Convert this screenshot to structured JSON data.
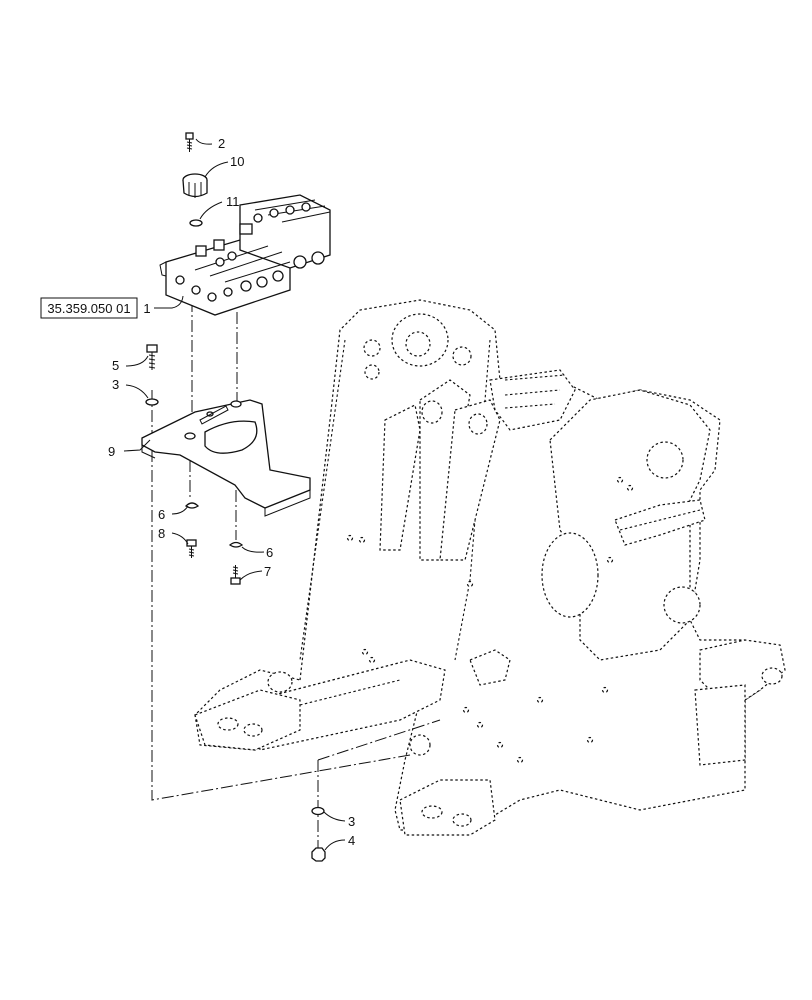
{
  "reference_box": {
    "label": "35.359.050 01"
  },
  "callouts": [
    {
      "id": "c-1",
      "label": "1"
    },
    {
      "id": "c-2",
      "label": "2"
    },
    {
      "id": "c-10",
      "label": "10"
    },
    {
      "id": "c-11",
      "label": "11"
    },
    {
      "id": "c-5",
      "label": "5"
    },
    {
      "id": "c-3a",
      "label": "3"
    },
    {
      "id": "c-9",
      "label": "9"
    },
    {
      "id": "c-6a",
      "label": "6"
    },
    {
      "id": "c-8",
      "label": "8"
    },
    {
      "id": "c-6b",
      "label": "6"
    },
    {
      "id": "c-7",
      "label": "7"
    },
    {
      "id": "c-3b",
      "label": "3"
    },
    {
      "id": "c-4",
      "label": "4"
    }
  ]
}
